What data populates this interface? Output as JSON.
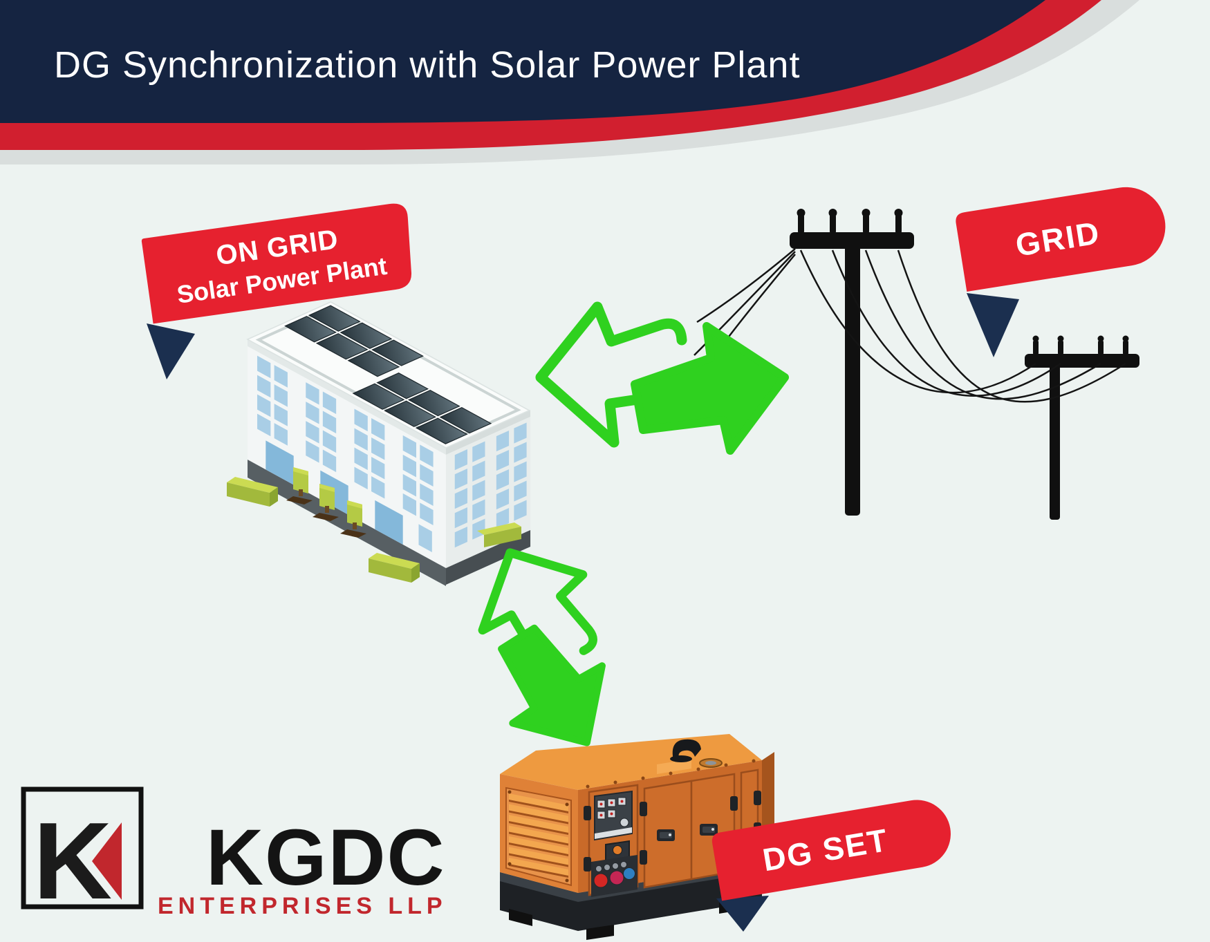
{
  "header": {
    "title": "DG Synchronization with Solar Power Plant"
  },
  "labels": {
    "on_grid_line1": "ON GRID",
    "on_grid_line2": "Solar Power Plant",
    "grid": "GRID",
    "dg_set": "DG SET"
  },
  "logo": {
    "monogram": "K",
    "name": "KGDC",
    "subtitle": "ENTERPRISES LLP"
  },
  "diagram": {
    "type": "energy-flow",
    "nodes": [
      {
        "id": "solar_building",
        "label": "ON GRID Solar Power Plant",
        "illustration": "building with rooftop solar panels"
      },
      {
        "id": "grid",
        "label": "GRID",
        "illustration": "utility transmission poles with sagging wires"
      },
      {
        "id": "dg_set",
        "label": "DG SET",
        "illustration": "orange diesel generator canopy"
      }
    ],
    "connections": [
      {
        "from": "solar_building",
        "to": "grid",
        "bidirectional": true,
        "style": "green swap arrows"
      },
      {
        "from": "solar_building",
        "to": "dg_set",
        "bidirectional": true,
        "style": "green swap arrows"
      }
    ]
  },
  "colors": {
    "background": "#edf3f1",
    "navy": "#152441",
    "header_red": "#d11f2f",
    "band_gray": "#d9dedd",
    "ribbon_red": "#e6212f",
    "fold_navy": "#1b2f4f",
    "arrow_green": "#2fd11f",
    "generator_orange": "#c96a29",
    "logo_red": "#c1272d",
    "window_blue": "#a9cee6"
  }
}
